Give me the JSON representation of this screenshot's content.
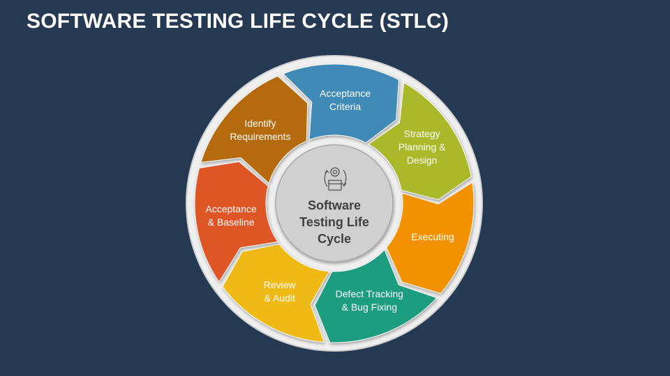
{
  "title": "SOFTWARE TESTING LIFE CYCLE (STLC)",
  "center": {
    "lines": [
      "Software",
      "Testing Life",
      "Cycle"
    ],
    "icon": "gear-cycle-box-icon"
  },
  "stages": [
    {
      "lines": [
        "Acceptance",
        "Criteria"
      ],
      "color": "#3f8ab7"
    },
    {
      "lines": [
        "Strategy",
        "Planning &",
        "Design"
      ],
      "color": "#a9b92b"
    },
    {
      "lines": [
        "Executing"
      ],
      "color": "#f29200"
    },
    {
      "lines": [
        "Defect Tracking",
        "& Bug Fixing"
      ],
      "color": "#1f9d80"
    },
    {
      "lines": [
        "Review",
        "& Audit"
      ],
      "color": "#efb914"
    },
    {
      "lines": [
        "Acceptance",
        "& Baseline"
      ],
      "color": "#df5727"
    },
    {
      "lines": [
        "Identify",
        "Requirements"
      ],
      "color": "#b56a08"
    }
  ],
  "colors": {
    "background": "#253a52",
    "ring": "#efefef",
    "hub": "#d0d0d0"
  }
}
